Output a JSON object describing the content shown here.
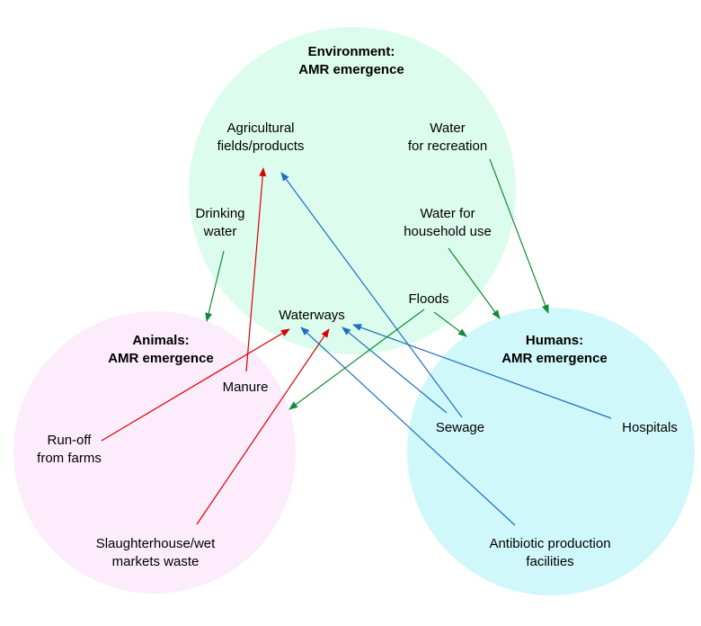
{
  "circles": {
    "environment": {
      "title_line1": "Environment:",
      "title_line2": "AMR emergence",
      "fill": "#dcfcee"
    },
    "animals": {
      "title_line1": "Animals:",
      "title_line2": "AMR emergence",
      "fill": "#fcecfc"
    },
    "humans": {
      "title_line1": "Humans:",
      "title_line2": "AMR emergence",
      "fill": "#d0f8fa"
    }
  },
  "nodes": {
    "agricultural": {
      "line1": "Agricultural",
      "line2": "fields/products"
    },
    "water_recreation": {
      "line1": "Water",
      "line2": "for recreation"
    },
    "drinking_water": {
      "line1": "Drinking",
      "line2": "water"
    },
    "water_household": {
      "line1": "Water for",
      "line2": "household use"
    },
    "floods": {
      "line1": "Floods"
    },
    "waterways": {
      "line1": "Waterways"
    },
    "manure": {
      "line1": "Manure"
    },
    "runoff": {
      "line1": "Run-off",
      "line2": "from farms"
    },
    "slaughterhouse": {
      "line1": "Slaughterhouse/wet",
      "line2": "markets waste"
    },
    "sewage": {
      "line1": "Sewage"
    },
    "hospitals": {
      "line1": "Hospitals"
    },
    "antibiotic": {
      "line1": "Antibiotic production",
      "line2": "facilities"
    }
  },
  "colors": {
    "red": "#dd0000",
    "blue": "#1f6fbf",
    "green": "#138a36"
  }
}
